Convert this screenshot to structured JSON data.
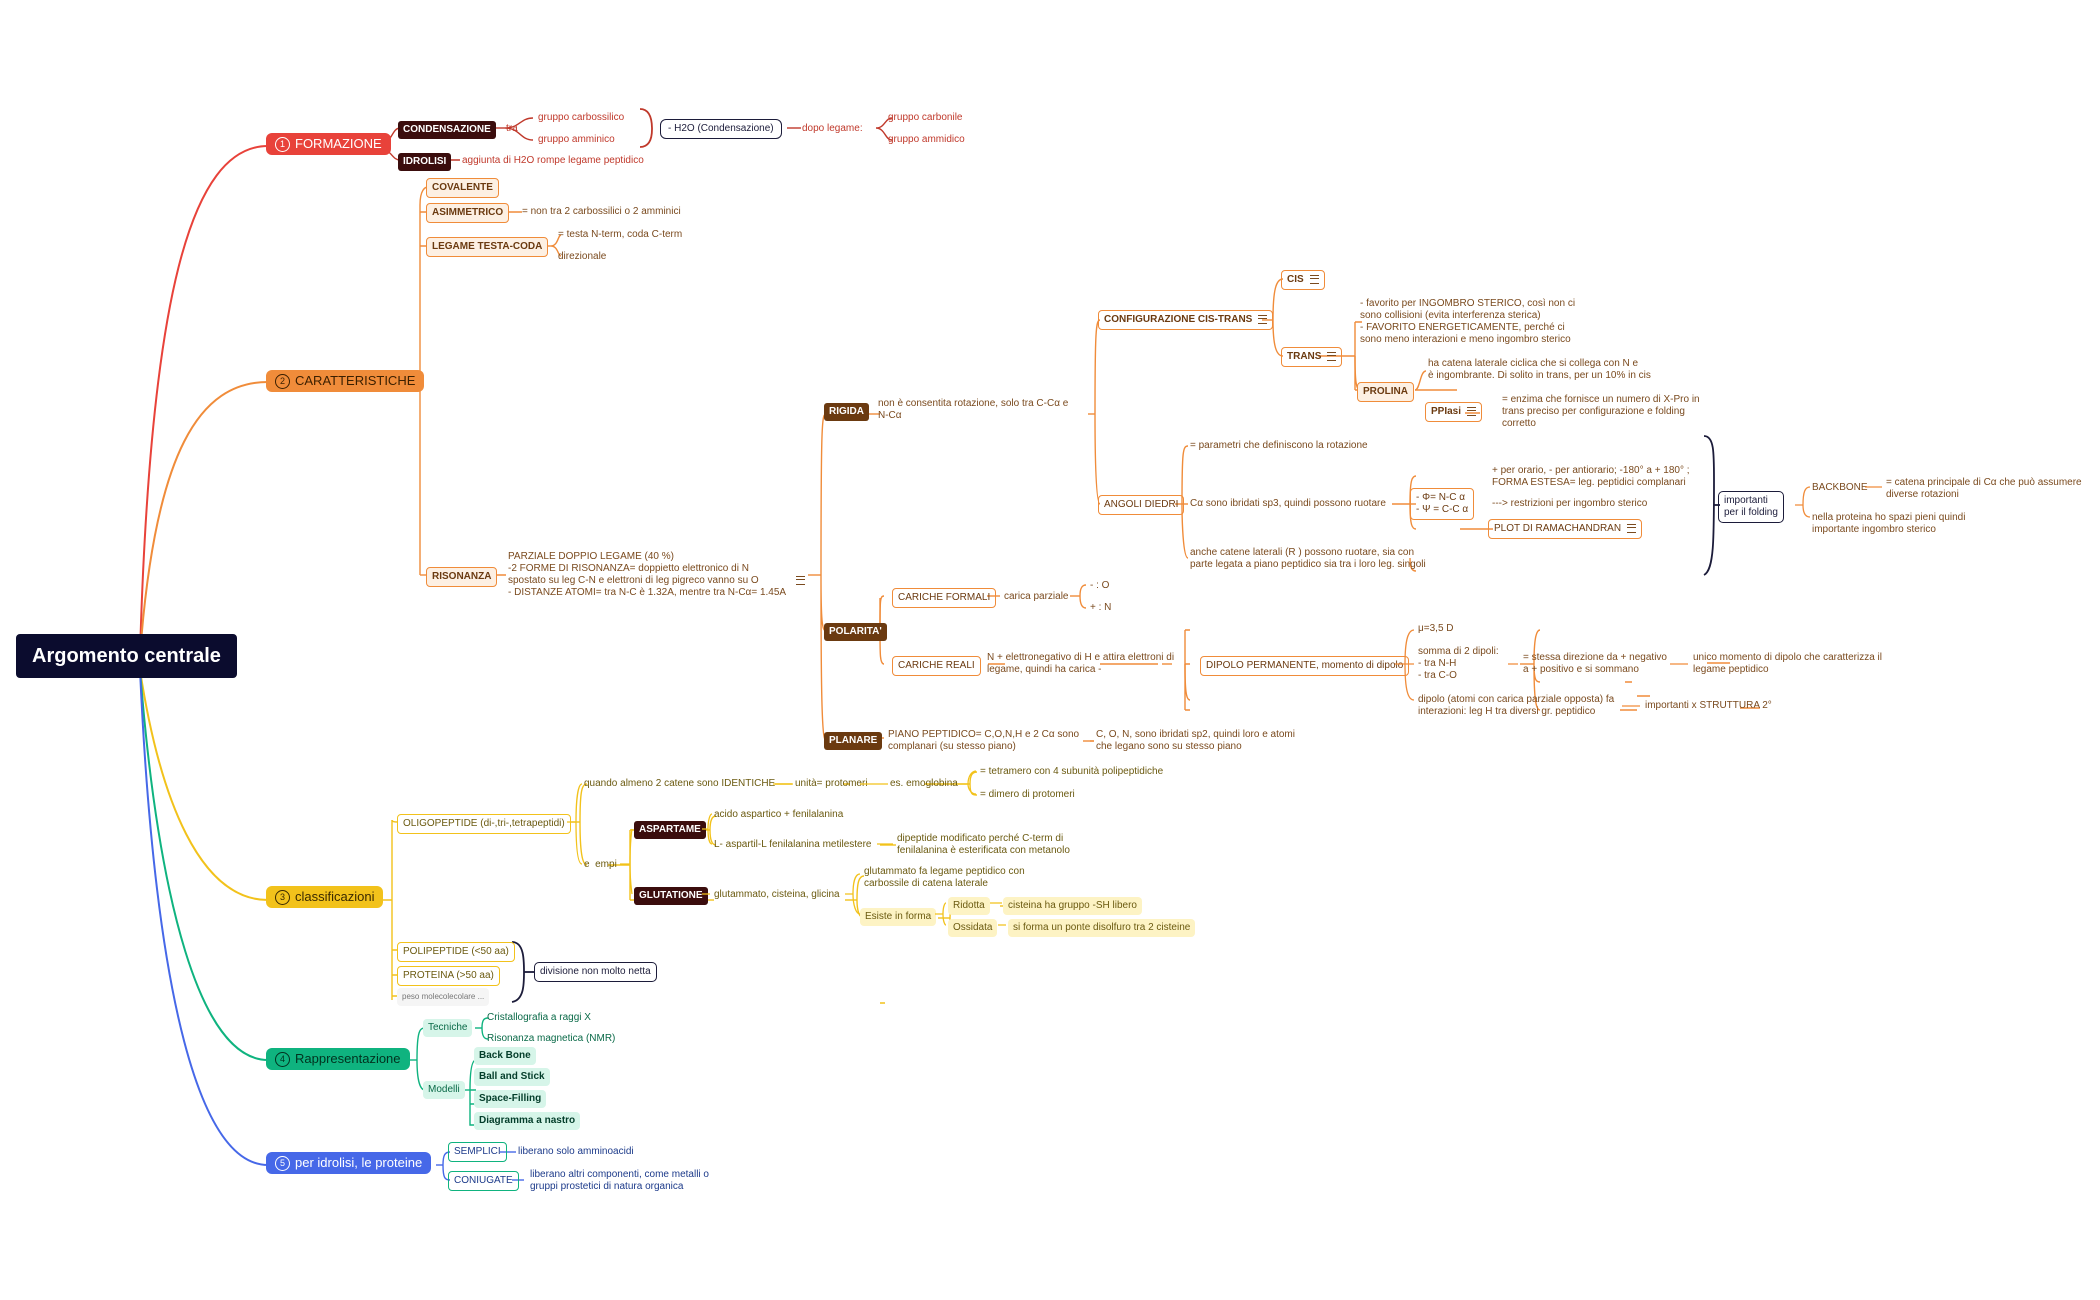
{
  "colors": {
    "red": "#e8423a",
    "orange": "#f08c3a",
    "yellow": "#f2c21b",
    "green": "#0fb37f",
    "blue": "#4668e8",
    "root": "#0b0c2e",
    "dark": "#3b0d0d"
  },
  "root": "Argomento centrale",
  "b1": {
    "num": "1",
    "title": "FORMAZIONE",
    "condensazione": "CONDENSAZIONE",
    "tra": "tra",
    "carbossilico": "gruppo carbossilico",
    "amminico": "gruppo amminico",
    "h2o": "- H2O (Condensazione)",
    "dopo": "dopo legame:",
    "carbonile": "gruppo carbonile",
    "ammidico": "gruppo ammidico",
    "idrolisi": "IDROLISI",
    "idrolisi_desc": "aggiunta di H2O rompe legame peptidico"
  },
  "b2": {
    "num": "2",
    "title": "CARATTERISTICHE",
    "covalente": "COVALENTE",
    "asimmetrico": "ASIMMETRICO",
    "asimmetrico_desc": "= non tra 2 carbossilici o 2 amminici",
    "testa": "LEGAME TESTA-CODA",
    "testa_1": "= testa N-term, coda C-term",
    "testa_2": "direzionale",
    "risonanza": "RISONANZA",
    "risonanza_desc": "PARZIALE DOPPIO LEGAME (40 %)\n-2 FORME DI RISONANZA= doppietto elettronico di N\nspostato su leg C-N e elettroni di leg pigreco vanno su O\n- DISTANZE ATOMI= tra N-C è 1.32A, mentre tra N-Cα= 1.45A",
    "rigida": "RIGIDA",
    "rigida_desc": "non è consentita rotazione, solo tra C-Cα e\nN-Cα",
    "config": "CONFIGURAZIONE CIS-TRANS",
    "cis": "CIS",
    "trans": "TRANS",
    "trans_desc": "- favorito per INGOMBRO STERICO, così non ci\nsono collisioni (evita interferenza sterica)\n- FAVORITO ENERGETICAMENTE, perché ci\nsono meno interazioni e meno ingombro sterico",
    "prolina": "PROLINA",
    "prolina_desc": "ha catena laterale ciclica che si collega con N e\nè ingombrante. Di solito in trans, per un 10% in cis",
    "ppiasi": "PPIasi",
    "ppiasi_desc": "= enzima che fornisce un numero di X-Pro in\ntrans preciso per configurazione e folding\ncorretto",
    "angoli": "ANGOLI DIEDRI",
    "angoli_1": "= parametri che definiscono la rotazione",
    "angoli_2": "Cα sono ibridati sp3, quindi possono ruotare",
    "phi_psi": "- Φ= N-C α\n- Ψ = C-C α",
    "orario": "+ per orario, - per antiorario; -180° a + 180° ;\nFORMA ESTESA= leg. peptidici complanari",
    "restrizioni": "---> restrizioni per ingombro sterico",
    "plot": "PLOT DI RAMACHANDRAN",
    "angoli_3": "anche catene laterali (R ) possono ruotare, sia con\nparte legata a piano peptidico sia tra i loro leg. singoli",
    "importanti": "importanti\nper il folding",
    "backbone": "BACKBONE",
    "backbone_desc": "= catena principale di Cα che può assumere\ndiverse rotazioni",
    "spazi": "nella proteina ho spazi pieni quindi\nimportante ingombro sterico",
    "polarita": "POLARITA'",
    "formali": "CARICHE FORMALI",
    "parziale": "carica parziale",
    "meno_o": "- : O",
    "piu_n": "+ : N",
    "reali": "CARICHE REALI",
    "reali_desc": "N + elettronegativo di H e attira elettroni di\nlegame, quindi ha carica -",
    "dipolo": "DIPOLO PERMANENTE, momento di dipolo",
    "mu": "μ=3,5 D",
    "somma": "somma di 2 dipoli:\n- tra N-H\n- tra C-O",
    "stessa": "= stessa direzione da + negativo\na + positivo e si sommano",
    "unico": "unico momento di dipolo che caratterizza il\nlegame peptidico",
    "dipolo_at": "dipolo (atomi con carica parziale opposta) fa\ninterazioni: leg H tra diversi gr. peptidico",
    "strutt": "importanti x STRUTTURA 2°",
    "planare": "PLANARE",
    "planare_desc": "PIANO PEPTIDICO= C,O,N,H e 2 Cα sono\ncomplanari (su stesso piano)",
    "planare_2": "C, O, N, sono ibridati sp2, quindi loro e atomi\nche legano sono su stesso piano"
  },
  "b3": {
    "num": "3",
    "title": "classificazioni",
    "oligo": "OLIGOPEPTIDE (di-,tri-,tetrapeptidi)",
    "quando": "quando almeno 2 catene sono IDENTICHE",
    "unita": "unità= protomeri",
    "emoglobina": "es. emoglobina",
    "tetramero": "= tetramero con 4 subunità polipeptidiche",
    "dimero": "= dimero di protomeri",
    "esempi": "e  empi",
    "aspartame": "ASPARTAME",
    "asp_1": "acido aspartico + fenilalanina",
    "asp_2": "L- aspartil-L fenilalanina metilestere",
    "asp_3": "dipeptide modificato perché C-term di\nfenilalanina è esterificata con metanolo",
    "glutatione": "GLUTATIONE",
    "glu_1": "glutammato, cisteina, glicina",
    "glu_2": "glutammato fa legame peptidico con\ncarbossile di catena laterale",
    "esiste": "Esiste in forma",
    "ridotta": "Ridotta",
    "ridotta_desc": "cisteina ha gruppo -SH libero",
    "ossidata": "Ossidata",
    "ossidata_desc": "si forma un ponte disolfuro tra 2 cisteine",
    "poli": "POLIPEPTIDE (<50 aa)",
    "proteina": "PROTEINA (>50 aa)",
    "peso": "peso molecolecolare ...",
    "divisione": "divisione non molto netta"
  },
  "b4": {
    "num": "4",
    "title": "Rappresentazione",
    "tecniche": "Tecniche",
    "cristal": "Cristallografia a raggi X",
    "nmr": "Risonanza magnetica (NMR)",
    "modelli": "Modelli",
    "m1": "Back Bone",
    "m2": "Ball and Stick",
    "m3": "Space-Filling",
    "m4": "Diagramma a nastro"
  },
  "b5": {
    "num": "5",
    "title": "per idrolisi, le proteine",
    "semplici": "SEMPLICI",
    "semplici_desc": "liberano solo amminoacidi",
    "coniugate": "CONIUGATE",
    "coniugate_desc": "liberano altri componenti, come metalli o\ngruppi prostetici di natura organica"
  }
}
